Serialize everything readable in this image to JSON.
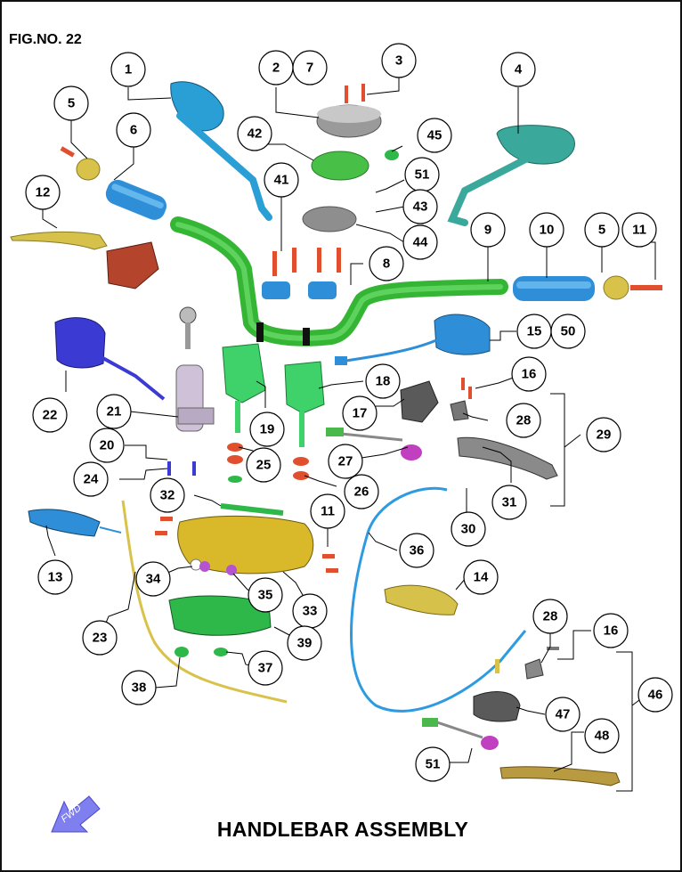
{
  "figure": {
    "number_label": "FIG.NO. 22",
    "title": "HANDLEBAR ASSEMBLY",
    "fwd_label": "FWD"
  },
  "callouts": [
    "1",
    "2",
    "7",
    "3",
    "4",
    "5",
    "6",
    "42",
    "45",
    "51",
    "12",
    "41",
    "43",
    "44",
    "9",
    "10",
    "5",
    "11",
    "8",
    "15",
    "50",
    "16",
    "22",
    "21",
    "19",
    "18",
    "17",
    "28",
    "29",
    "20",
    "24",
    "25",
    "26",
    "27",
    "32",
    "11",
    "31",
    "30",
    "13",
    "36",
    "14",
    "34",
    "35",
    "33",
    "23",
    "39",
    "28",
    "16",
    "37",
    "38",
    "47",
    "46",
    "48",
    "51"
  ],
  "colors": {
    "mirror": "#2a9fd6",
    "mirror_right": "#3aa89a",
    "handlebar": "#3cc63c",
    "grip": "#2e8fd8",
    "weight": "#d9c24a",
    "bolt": "#e0502e",
    "lever": "#d6c24a",
    "switch_left": "#3b3bd4",
    "switch_right": "#2e8fd8",
    "clamp": "#b4442c",
    "triple_clamp": "#d9b82a",
    "lower_clamp": "#2fb84a",
    "fork_top": "#3fd26a",
    "cable": "#2e9be0",
    "meter": "#9a9a9a",
    "arrow": "#7f7ff0"
  }
}
